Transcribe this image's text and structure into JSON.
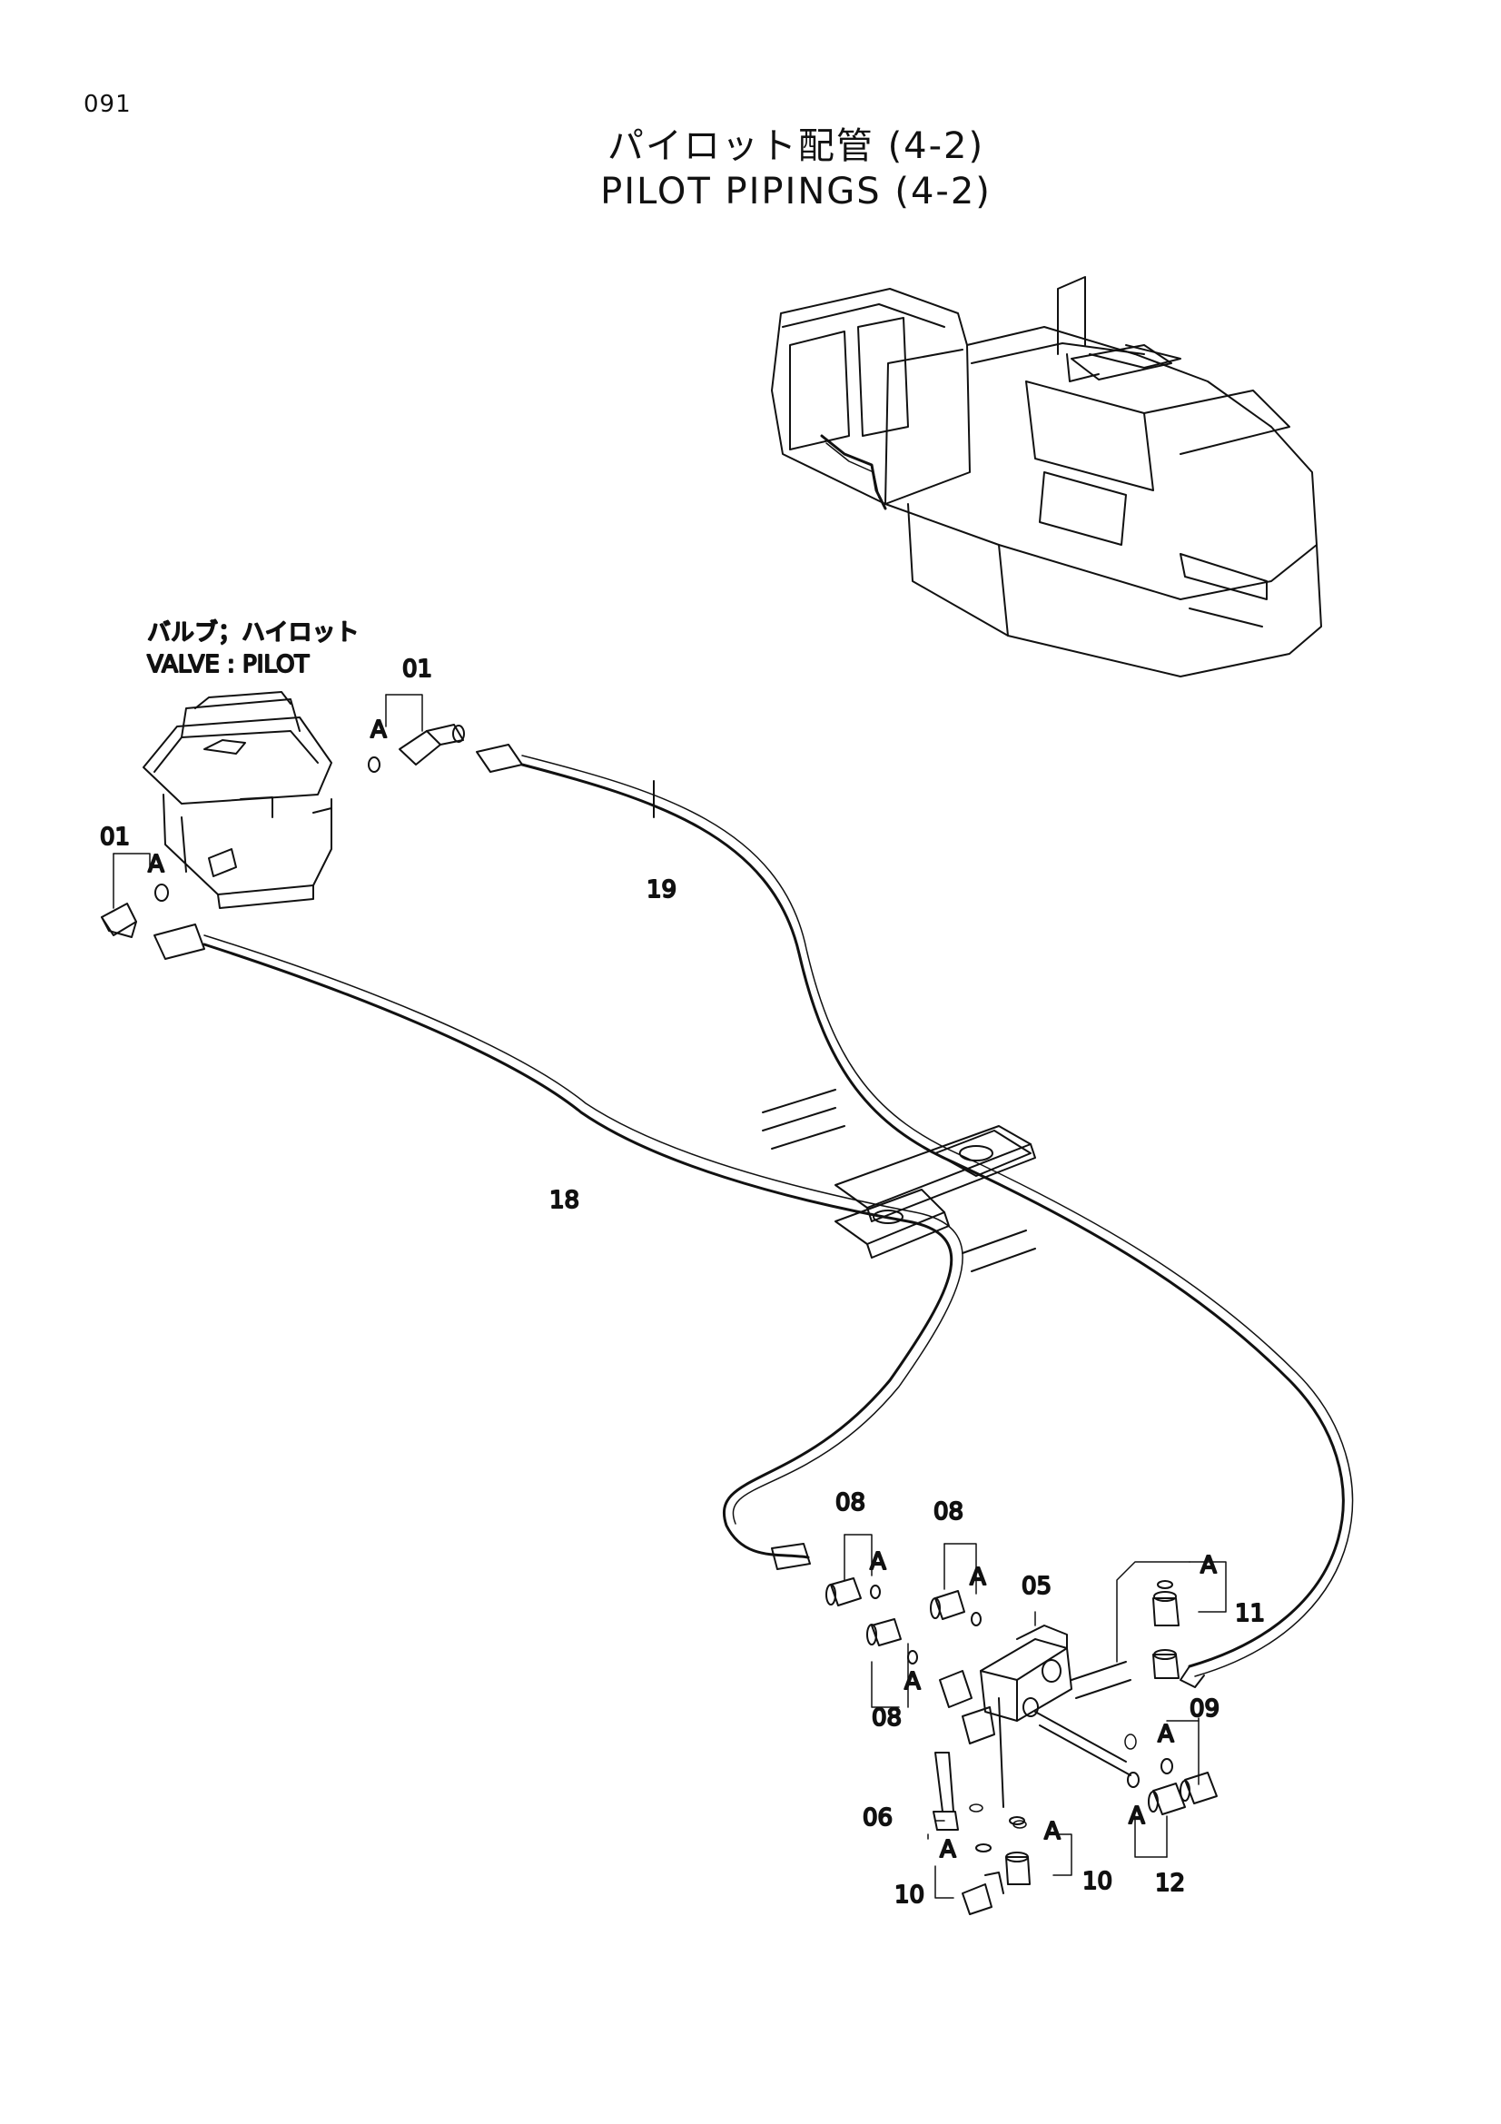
{
  "page_number": "091",
  "title_jp": "パイロット配管 (4-2)",
  "title_en": "PILOT PIPINGS (4-2)",
  "valve_label_jp": "バルブ；ハイロット",
  "valve_label_en": "VALVE : PILOT",
  "callouts": {
    "c01a": "01",
    "c01b": "01",
    "c19": "19",
    "c18": "18",
    "c08a": "08",
    "c08b": "08",
    "c08c": "08",
    "c05": "05",
    "c11": "11",
    "c09": "09",
    "c06": "06",
    "c10a": "10",
    "c10b": "10",
    "c12": "12"
  },
  "oring_marker": "A"
}
